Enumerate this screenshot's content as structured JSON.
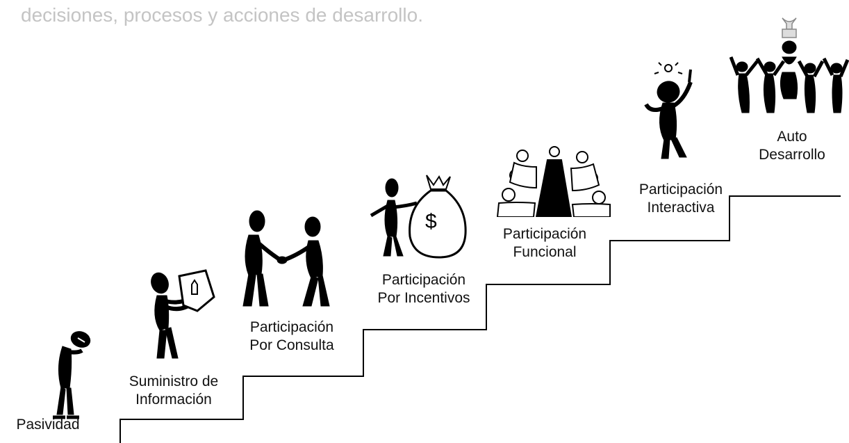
{
  "caption": "decisiones, procesos y acciones de desarrollo.",
  "stages": [
    {
      "line1": "Pasividad",
      "line2": "",
      "icon": "sad-person-icon"
    },
    {
      "line1": "Suministro de",
      "line2": "Información",
      "icon": "person-reading-document-icon"
    },
    {
      "line1": "Participación",
      "line2": "Por Consulta",
      "icon": "handshake-icon"
    },
    {
      "line1": "Participación",
      "line2": "Por Incentivos",
      "icon": "money-bag-icon"
    },
    {
      "line1": "Participación",
      "line2": "Funcional",
      "icon": "meeting-table-icon"
    },
    {
      "line1": "Participación",
      "line2": "Interactiva",
      "icon": "idea-person-icon"
    },
    {
      "line1": "Auto",
      "line2": "Desarrollo",
      "icon": "celebrating-group-icon"
    }
  ],
  "colors": {
    "caption": "#c4c4c4",
    "line": "#000000",
    "figure": "#000000"
  }
}
